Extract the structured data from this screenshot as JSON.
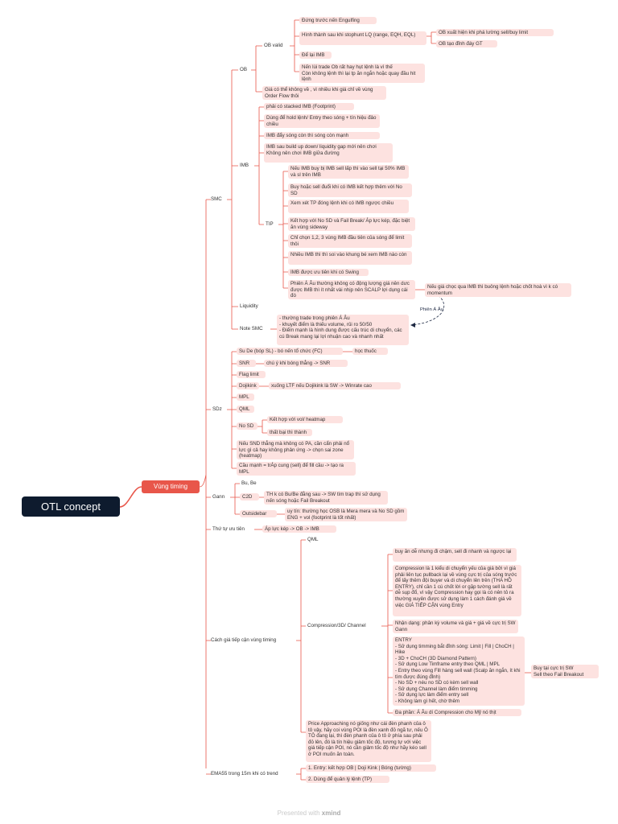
{
  "root": "OTL concept",
  "main_topic": "Vùng timing",
  "smc": {
    "label": "SMC",
    "ob": {
      "label": "OB",
      "ob_valid": {
        "label": "OB valid",
        "items": [
          "Đứng trước nến Engulfing",
          "Hình thành sau khi stophunt LQ (range, EQH, EQL)",
          "Để lại IMB",
          "Nến lùi trade Ob rất hay hụt lệnh là vì thế\nCòn không lệnh thì lại tp ăn ngắn hoặc quay đầu hit lệnh"
        ],
        "sub": [
          "OB xuất hiện khi phá lường sell/buy limit",
          "OB tạo đỉnh đáy GT"
        ]
      },
      "note": "Giá có thể không về , vì nhiều khi giá chỉ về vùng Order Flow thôi"
    },
    "imb": {
      "label": "IMB",
      "items": [
        "phải có stacked IMB (Footprint)",
        "Dùng để hold lệnh/ Entry theo sóng + tín hiệu đảo chiều",
        "IMB đẩy sóng còn thì sóng còn mạnh",
        "IMB sau build up down/ liquidity gap mới nên chơi\nKhông nên chơi IMB giữa đường"
      ],
      "tip": {
        "label": "TIP",
        "items": [
          "Nếu IMB buy bị IMB sell lấp thì vào sell tại 50% IMB và sl trên IMB",
          "Buy hoặc sell đuổi khi có IMB kết hợp thêm với No SD",
          "Xem xét TP đóng lệnh khi có IMB ngược chiều",
          "Kết hợp với No SD và Fail Break/ Áp lực kép, đặc biệt ăn vùng sideway",
          "Chỉ chọn 1,2, 3 vùng IMB đầu tiên của sóng để limit thôi",
          "Nhiều IMB thì thì soi vào khung bé xem IMB nào còn",
          "IMB được ưu tiên khi có Swing tím",
          "Phiên Á Âu thường không có động lượng giá nên dưc được IMB thì ít nhất vài nhịp nên SCALP lợi dụng cái đó"
        ],
        "side_note": "Nếu giá chọc qua IMB thì buông lệnh hoặc chốt hoà vì k có momentum",
        "relation": "Phiên Á Âu"
      }
    },
    "liquidity": "Liquidity",
    "note_smc": {
      "label": "Note SMC",
      "text": "- thường trade trong phiên Á Âu\n- khuyết điểm là thiếu volume, rủi ro 50/50\n- Điểm mạnh là hình dung được cấu trúc di chuyển, các cú Break mang lại lợi nhuận cao và nhanh nhất"
    }
  },
  "sdz": {
    "label": "SDz",
    "items": [
      {
        "label": "Su De (bóp SL) - bó nến tổ chức (FC)",
        "child": "học thuốc"
      },
      {
        "label": "SNR",
        "child": "chú ý khi bóng thẳng -> SNR"
      },
      {
        "label": "Flag limit"
      },
      {
        "label": "Dojikink",
        "child": "xuống LTF nếu Dojikink là SW -> Winrate cao"
      },
      {
        "label": "MPL"
      },
      {
        "label": "QML"
      },
      {
        "label": "No SD",
        "children": [
          "Kết hợp với vol/ heatmap",
          "thất bại thì thành SNR"
        ]
      },
      {
        "label": "Nếu SND thẳng mà không có PA, cần cẩn phải nổ lực gì cả hay không phản ứng -> chọn sai zone (heatmap)"
      },
      {
        "label": "Cầu mạnh = trÁp cung (sell) để fill cầu -> tạo ra MPL"
      }
    ]
  },
  "gann": {
    "label": "Gann",
    "items": [
      "Bu, Be",
      "C2D",
      "Outsidebar"
    ],
    "c2d_note": "TH k có Bu/Be đằng sau -> SW tìm trap thì sử dụng nến sóng hoặc Fail Breakout",
    "outsidebar_note": "uy tín: thường học OSB là Mera mera và No SD gồm ENG + vol (footprint là tốt nhất)"
  },
  "priority": {
    "label": "Thứ tự ưu tiên",
    "value": "Áp lực kép -> OB -> IMB"
  },
  "approach": {
    "label": "Cách giá tiếp cận vùng timing",
    "qml": "QML",
    "compression": {
      "label": "Compression/3D/ Channel",
      "items": [
        "buy ăn dễ nhưng đi chậm, sell đi nhanh và ngược lại",
        "Compression là 1 kiểu di chuyển yếu của giá bởi vì giá phải liên tục pullback lại về vùng cực trị của sóng trước để lấy thêm đội buyer và di chuyển lên trên (THA HỒ ENTRY), chỉ cần 1 cú chốt lời or gặp tường sell là rất dễ sụp đổ, vì vậy Compression hay gọi là có nên tỏ ra thường xuyên được sử dụng làm 1 cách đánh giá về việc GIÁ TIẾP CẬN vùng Entry",
        "Nhận dạng: phân kỳ volume và giá + giá về cực trị SW Gann",
        "ENTRY\n- Sử dụng timming bắt đỉnh sóng: Limit | Fill | ChoCH | Hike\n- 3D + ChoCH (3D Diamond Pattern)\n- Sử dụng Low Timframe entry theo QML | MPL\n- Entry theo vùng Fill hàng sell wall (Scalp ăn ngắn, ít khi tìm được đúng đỉnh)\n- No SD + néu no SD có kèm sell wall\n- Sử dụng Channel làm điểm timming\n- Sử dụng lực làm điểm entry sell\n- Không làm gì hết, chờ thêm",
        "Đa phần: Á Âu dí Compression cho Mỹ nó thịt"
      ],
      "entry_side": "Buy tại cực trị SW\nSell theo Fail Breakout"
    },
    "price_approaching": "Price Approaching nó giống như cái đèn phanh của ô tô vậy, hãy coi vùng POI là đèn xanh đỏ ngã tư, nếu Ô TÔ đang lại, thì đèn phanh của ô tô ở phía sau phải đỏ lên, đó là tín hiệu giảm tốc độ, tương tự với việc giá tiếp cận POI, nó cần giảm tốc độ như hãy kéo sell ở POI muốn ăn toàn."
  },
  "ema": {
    "label": "EMA55 trong 15m khi có trend",
    "items": [
      "1. Entry: kết hợp OB | Doji Kink | Bóng (tường)",
      "2. Dùng để quản lý lệnh (TP)"
    ]
  },
  "footer": {
    "prefix": "Presented with",
    "brand": "xmind"
  },
  "colors": {
    "root": "#0e1b2e",
    "main": "#e8564a",
    "line": "#e8564a",
    "node_bg": "#fde2e0",
    "relation": "#1f2a44"
  }
}
